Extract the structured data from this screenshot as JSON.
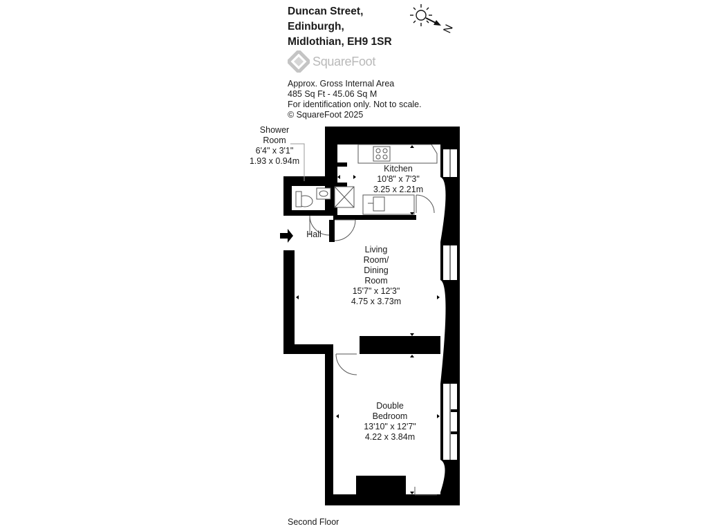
{
  "address": {
    "line1": "Duncan Street,",
    "line2": "Edinburgh,",
    "line3": "Midlothian, EH9 1SR"
  },
  "logo": {
    "text": "SquareFoot",
    "icon": "squarefoot-diamond-logo",
    "color": "#b9b9b9"
  },
  "area_info": {
    "line1": "Approx. Gross Internal Area",
    "line2": "485 Sq Ft  -  45.06 Sq M",
    "line3": "For identification only. Not to scale.",
    "line4": "© SquareFoot 2025"
  },
  "compass": {
    "icon": "sun-icon",
    "arrow_icon": "north-arrow-icon",
    "label": "N"
  },
  "rooms": {
    "shower": {
      "name1": "Shower",
      "name2": "Room",
      "imperial": "6'4\" x 3'1\"",
      "metric": "1.93 x 0.94m"
    },
    "kitchen": {
      "name": "Kitchen",
      "imperial": "10'8\" x 7'3\"",
      "metric": "3.25 x 2.21m"
    },
    "hall": {
      "name": "Hall"
    },
    "living": {
      "name1": "Living",
      "name2": "Room/",
      "name3": "Dining",
      "name4": "Room",
      "imperial": "15'7\" x 12'3\"",
      "metric": "4.75 x 3.73m"
    },
    "bedroom": {
      "name1": "Double",
      "name2": "Bedroom",
      "imperial": "13'10\" x 12'7\"",
      "metric": "4.22 x 3.84m"
    }
  },
  "floor": {
    "label": "Second Floor"
  },
  "colors": {
    "wall": "#000000",
    "fixture": "#555555",
    "background": "#ffffff"
  }
}
